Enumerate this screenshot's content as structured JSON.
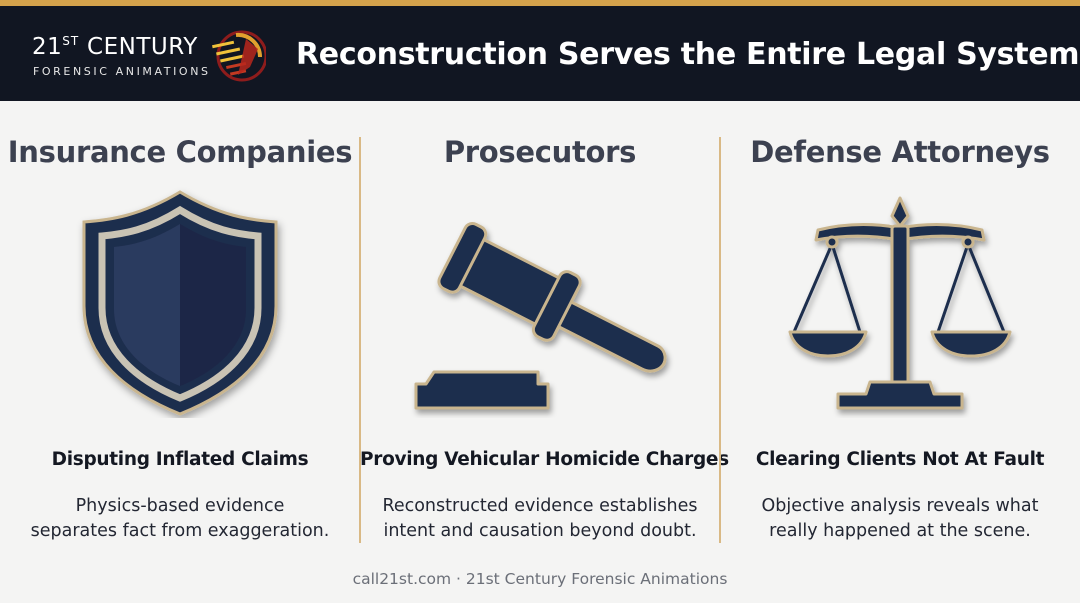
{
  "header": {
    "logo_main": "21",
    "logo_sup": "ST",
    "logo_word": " CENTURY",
    "logo_sub": "FORENSIC ANIMATIONS",
    "title": "Reconstruction Serves the Entire Legal System."
  },
  "columns": [
    {
      "title": "Insurance Companies",
      "icon": "shield-icon",
      "subtitle": "Disputing Inflated Claims",
      "desc_line1": "Physics-based evidence",
      "desc_line2": "separates fact from exaggeration."
    },
    {
      "title": "Prosecutors",
      "icon": "gavel-icon",
      "subtitle": "Proving Vehicular Homicide Charges",
      "desc_line1": "Reconstructed evidence establishes",
      "desc_line2": "intent and causation beyond doubt."
    },
    {
      "title": "Defense Attorneys",
      "icon": "scales-of-justice-icon",
      "subtitle": "Clearing Clients Not At Fault",
      "desc_line1": "Objective analysis reveals what",
      "desc_line2": "really happened at the scene."
    }
  ],
  "footer": {
    "text": "call21st.com  · 21st Century Forensic Animations"
  },
  "colors": {
    "accent_gold": "#d4a24c",
    "header_bg": "#111622",
    "icon_navy": "#1f2d4d",
    "page_bg": "#f4f4f3"
  }
}
